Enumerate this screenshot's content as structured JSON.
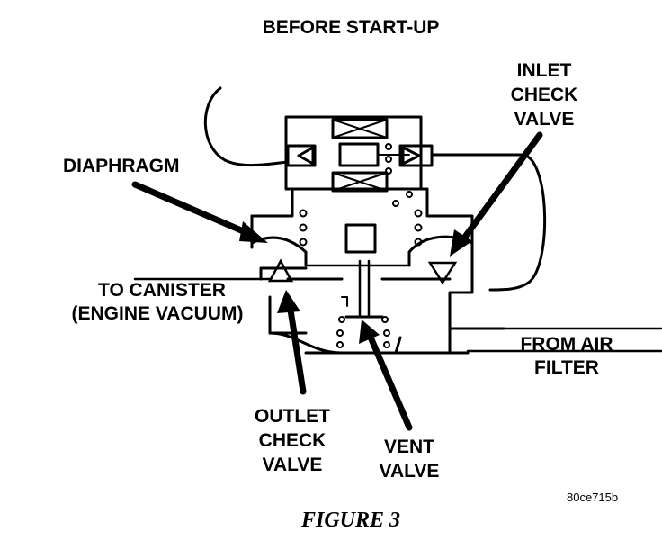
{
  "title": "BEFORE START-UP",
  "labels": {
    "inlet_line1": "INLET",
    "inlet_line2": "CHECK",
    "inlet_line3": "VALVE",
    "diaphragm": "DIAPHRAGM",
    "to_canister_line1": "TO CANISTER",
    "to_canister_line2": "(ENGINE VACUUM)",
    "from_air_line1": "FROM AIR",
    "from_air_line2": "FILTER",
    "outlet_line1": "OUTLET",
    "outlet_line2": "CHECK",
    "outlet_line3": "VALVE",
    "vent_line1": "VENT",
    "vent_line2": "VALVE"
  },
  "figure_code": "80ce715b",
  "caption": "FIGURE 3"
}
